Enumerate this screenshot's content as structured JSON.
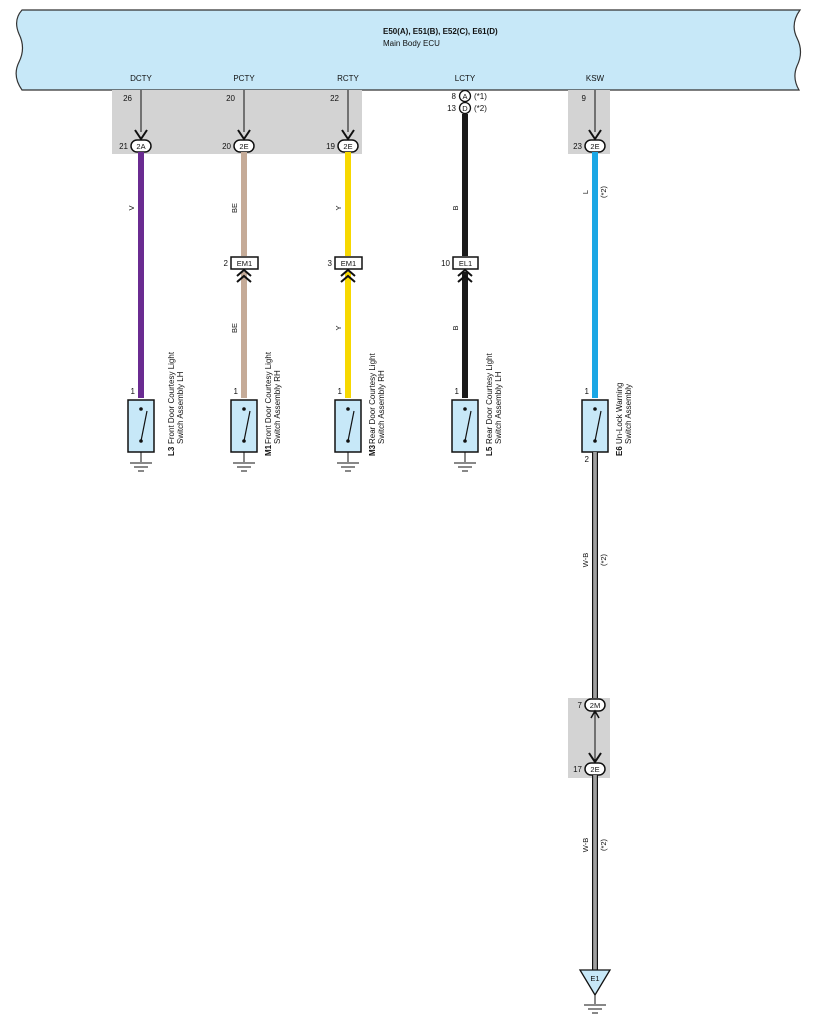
{
  "ecu": {
    "connectors": "E50(A), E51(B), E52(C), E61(D)",
    "name": "Main Body ECU",
    "body_color": "#c7e8f8"
  },
  "circuits": {
    "dcty": {
      "signal": "DCTY",
      "ecu_pin": "26",
      "jc_pin": "21",
      "jc": "2A",
      "wire_color": "V",
      "wire_hex": "#6a2b91",
      "sw_pin": "1",
      "sw_code": "L3",
      "sw_line1": "Front Door Courtesy Light",
      "sw_line2": "Switch Assembly LH"
    },
    "pcty": {
      "signal": "PCTY",
      "ecu_pin": "20",
      "jc_pin": "20",
      "jc": "2E",
      "wire_color": "BE",
      "wire_hex": "#c5ab98",
      "inline_pin": "2",
      "inline": "EM1",
      "sw_pin": "1",
      "sw_code": "M1",
      "sw_line1": "Front Door Courtesy Light",
      "sw_line2": "Switch Assembly RH"
    },
    "rcty": {
      "signal": "RCTY",
      "ecu_pin": "22",
      "jc_pin": "19",
      "jc": "2E",
      "wire_color": "Y",
      "wire_hex": "#f7d800",
      "inline_pin": "3",
      "inline": "EM1",
      "sw_pin": "1",
      "sw_code": "M3",
      "sw_line1": "Rear Door Courtesy Light",
      "sw_line2": "Switch Assembly RH"
    },
    "lcty": {
      "signal": "LCTY",
      "pin_a": "8",
      "conn_a": "A",
      "note_a": "(*1)",
      "pin_d": "13",
      "conn_d": "D",
      "note_d": "(*2)",
      "wire_color": "B",
      "wire_hex": "#1a1a1a",
      "inline_pin": "10",
      "inline": "EL1",
      "sw_pin": "1",
      "sw_code": "L5",
      "sw_line1": "Rear Door Courtesy Light",
      "sw_line2": "Switch Assembly LH"
    },
    "ksw": {
      "signal": "KSW",
      "ecu_pin": "9",
      "jc_pin": "23",
      "jc": "2E",
      "wire_color": "L",
      "wire_hex": "#1aa7e5",
      "note": "(*2)",
      "sw_pin_top": "1",
      "sw_pin_bottom": "2",
      "sw_code": "E6",
      "sw_line1": "Un-Lock Warning",
      "sw_line2": "Switch Assembly",
      "gnd_wire_color": "W-B",
      "gnd_note": "(*2)",
      "jc2_pin": "7",
      "jc2": "2M",
      "jc3_pin": "17",
      "jc3": "2E",
      "gnd_wire_color2": "W-B",
      "gnd_note2": "(*2)",
      "ground_point": "E1"
    }
  },
  "colors": {
    "junction_shade": "#d3d3d3",
    "switch_fill": "#c7e8f8"
  }
}
